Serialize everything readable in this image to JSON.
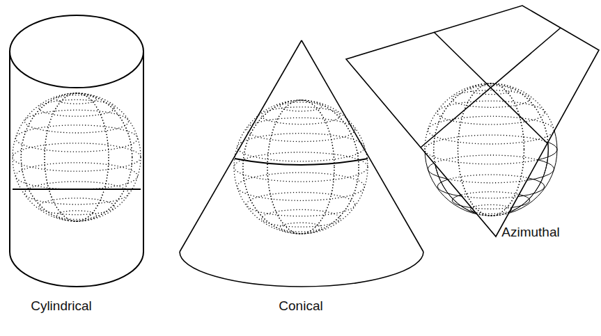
{
  "diagram": {
    "labels": [
      "Cylindrical",
      "Conical",
      "Azimuthal"
    ]
  }
}
